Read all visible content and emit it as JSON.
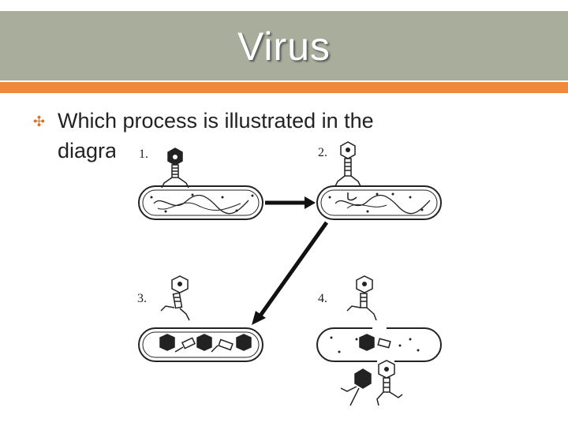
{
  "slide": {
    "title": "Virus",
    "bullet": "Which process is illustrated in the diagram?"
  },
  "diagram": {
    "steps": [
      "1.",
      "2.",
      "3.",
      "4."
    ]
  },
  "colors": {
    "title_bar": "#a9ae9c",
    "accent": "#f08a3a",
    "bullet": "#d8732a"
  }
}
